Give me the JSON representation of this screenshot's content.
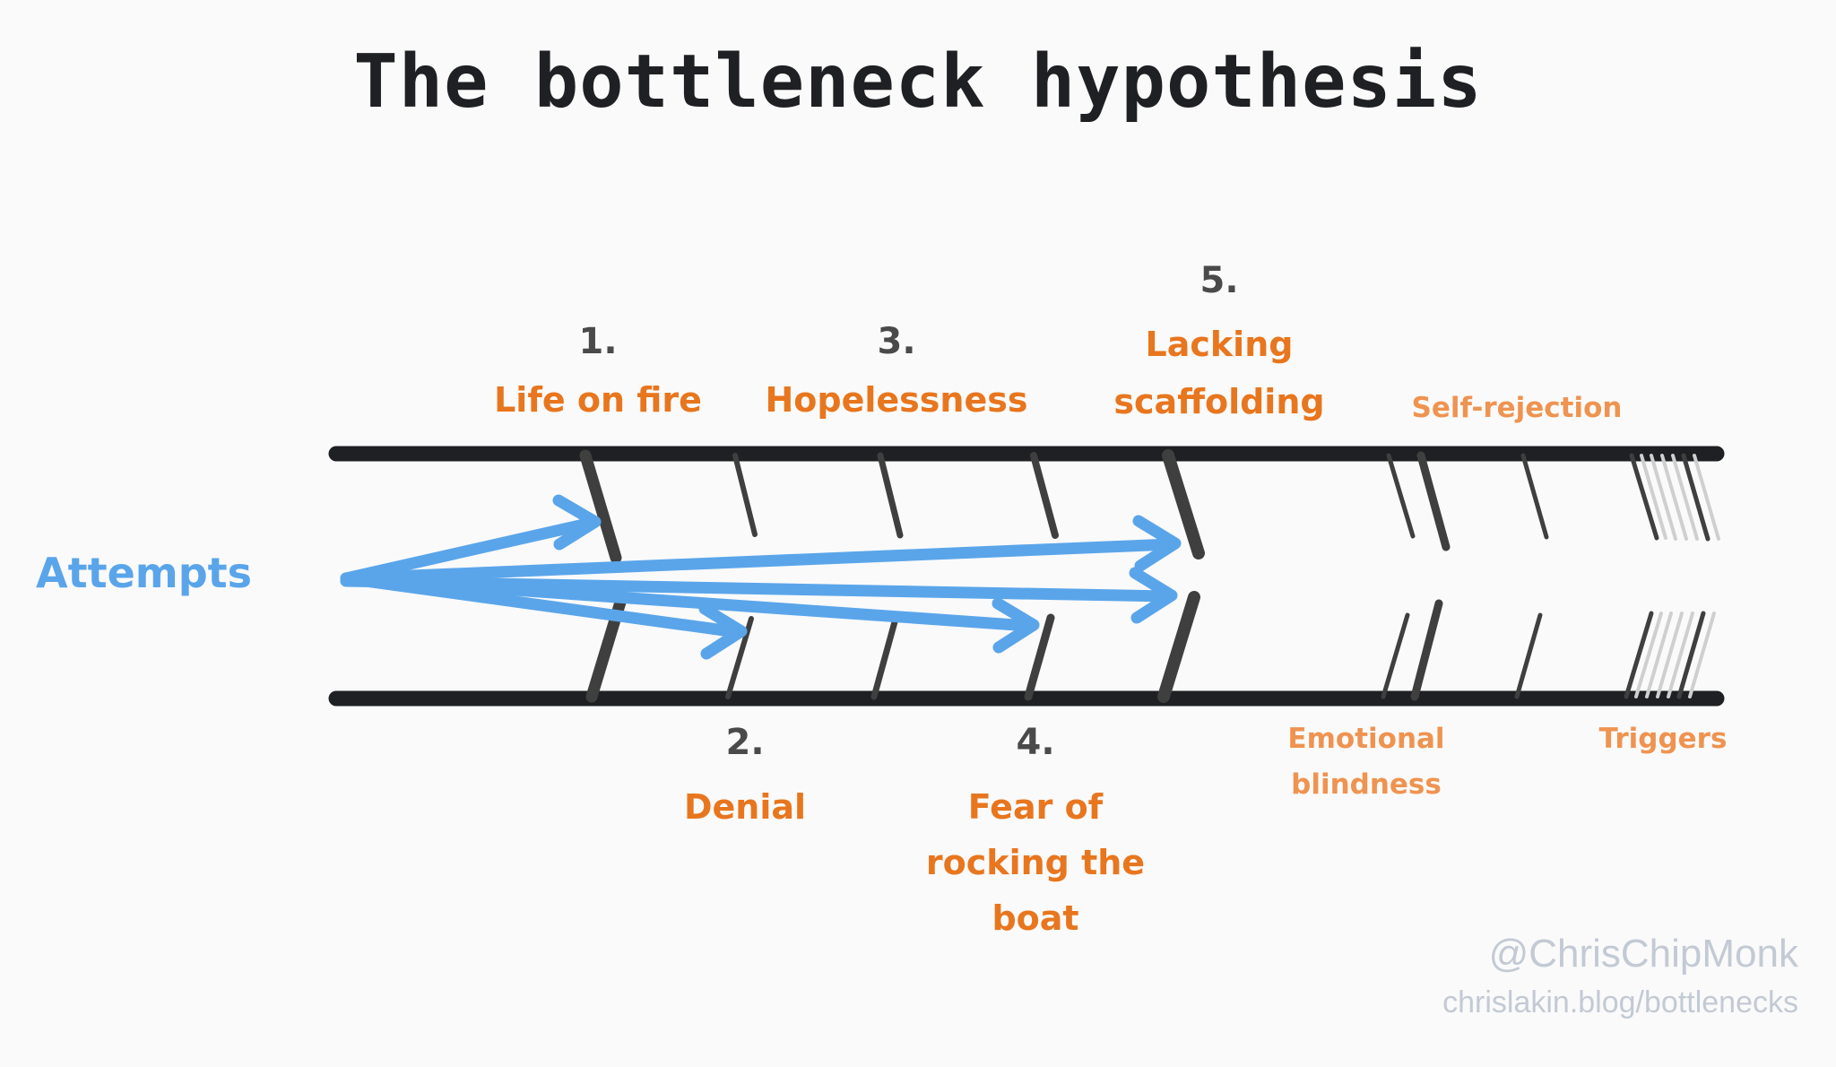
{
  "page": {
    "title": "The bottleneck hypothesis",
    "background_color": "#fafafa"
  },
  "colors": {
    "title_text": "#1f2023",
    "accent_orange": "#e8761e",
    "accent_orange_light": "#ef9350",
    "arrow_blue": "#5aa5ea",
    "number_gray": "#4a4a4a",
    "barrier_dark": "#3f3f3f",
    "barrier_light": "#cfcfcf",
    "rail_black": "#1f2023",
    "credit_gray": "#c3cad4"
  },
  "flow": {
    "source_label": "Attempts"
  },
  "bottlenecks": [
    {
      "number": "1.",
      "label": "Life on fire",
      "side": "top",
      "prominence": "major"
    },
    {
      "number": "2.",
      "label": "Denial",
      "side": "bottom",
      "prominence": "major"
    },
    {
      "number": "3.",
      "label": "Hopelessness",
      "side": "top",
      "prominence": "major"
    },
    {
      "number": "4.",
      "label": "Fear of\nrocking the\nboat",
      "side": "bottom",
      "prominence": "major"
    },
    {
      "number": "5.",
      "label": "Lacking\nscaffolding",
      "side": "top",
      "prominence": "major"
    }
  ],
  "secondary_labels": [
    {
      "label": "Self-rejection",
      "side": "top"
    },
    {
      "label": "Emotional\nblindness",
      "side": "bottom"
    },
    {
      "label": "Triggers",
      "side": "bottom"
    }
  ],
  "label_text": {
    "n1": "1.",
    "l1": "Life on fire",
    "n2": "2.",
    "l2": "Denial",
    "n3": "3.",
    "l3": "Hopelessness",
    "n4": "4.",
    "l4_line1": "Fear of",
    "l4_line2": "rocking the",
    "l4_line3": "boat",
    "n5": "5.",
    "l5_line1": "Lacking",
    "l5_line2": "scaffolding",
    "self_rejection": "Self-rejection",
    "emotional_line1": "Emotional",
    "emotional_line2": "blindness",
    "triggers": "Triggers"
  },
  "credits": {
    "handle": "@ChrisChipMonk",
    "url": "chrislakin.blog/bottlenecks"
  }
}
